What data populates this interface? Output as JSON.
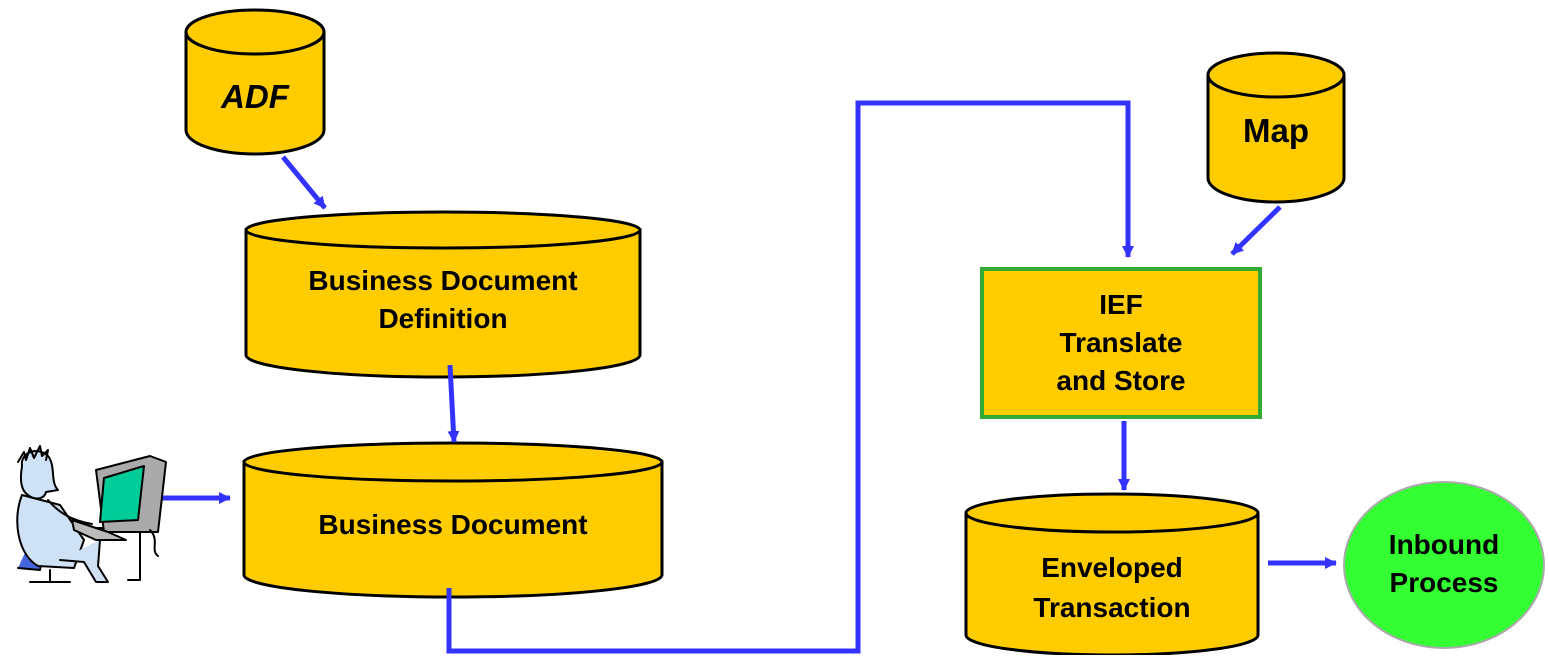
{
  "nodes": {
    "adf": {
      "label": "ADF"
    },
    "bdd": {
      "line1": "Business Document",
      "line2": "Definition"
    },
    "bd": {
      "label": "Business Document"
    },
    "map": {
      "label": "Map"
    },
    "ief": {
      "line1": "IEF",
      "line2": "Translate",
      "line3": "and Store"
    },
    "env": {
      "line1": "Enveloped",
      "line2": "Transaction"
    },
    "inbound": {
      "line1": "Inbound",
      "line2": "Process"
    }
  },
  "user_figure": {
    "icon": "user-at-computer-icon"
  },
  "colors": {
    "db_fill": "#FFCC00",
    "arrow": "#3333FF",
    "process_border": "#33AA33",
    "inbound_fill": "#33FF33",
    "outline": "#000000"
  }
}
